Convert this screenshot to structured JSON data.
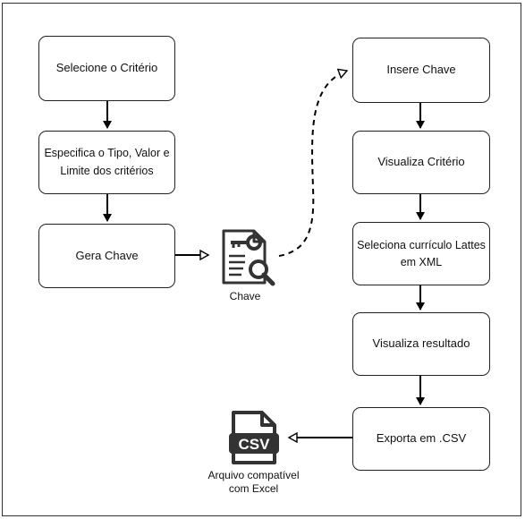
{
  "left_column": {
    "step1": "Selecione o Critério",
    "step2": "Especifica o Tipo, Valor e Limite dos critérios",
    "step3": "Gera Chave"
  },
  "key_document": {
    "icon": "key-document-search-icon",
    "label": "Chave"
  },
  "right_column": {
    "step1": "Insere Chave",
    "step2": "Visualiza Critério",
    "step3": "Seleciona currículo Lattes em XML",
    "step4": "Visualiza resultado",
    "step5": "Exporta em .CSV"
  },
  "csv_file": {
    "icon": "csv-file-icon",
    "badge": "CSV",
    "label": "Arquivo compatível com Excel"
  }
}
